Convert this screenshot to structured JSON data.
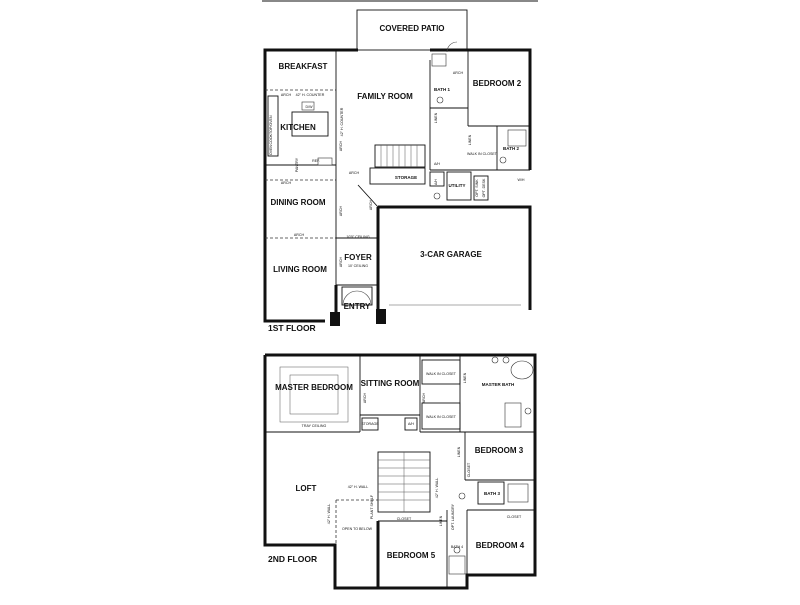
{
  "first_floor": {
    "floor_label": "1ST FLOOR",
    "covered_patio": "COVERED PATIO",
    "breakfast": "BREAKFAST",
    "family_room": "FAMILY ROOM",
    "bedroom_2": "BEDROOM 2",
    "bath_1": "BATH 1",
    "bath_2": "BATH 2",
    "walk_in_closet": "WALK IN CLOSET",
    "kitchen": "KITCHEN",
    "counter_42_a": "42\" H. COUNTER",
    "counter_42_b": "42\" H. COUNTER",
    "dw": "D/W",
    "arch_1": "ARCH",
    "arch_2": "ARCH",
    "arch_3": "ARCH",
    "arch_4": "ARCH",
    "arch_5": "ARCH",
    "arch_6": "ARCH",
    "arch_7": "ARCH",
    "arch_8": "ARCH",
    "arch_9": "ARCH",
    "cooktop_oven": "COOKTOP/OVEN",
    "oven": "OVEN",
    "pantry": "PANTRY",
    "ref": "REF.",
    "storage": "STORAGE",
    "utility": "UTILITY",
    "a_h_1": "A/H",
    "a_h_2": "A/H",
    "linen_1": "LINEN",
    "linen_2": "LINEN",
    "opt_sink": "OPT. SINK",
    "opt_desk": "OPT. DESK",
    "w_h": "W/H",
    "dining_room": "DINING ROOM",
    "ceiling_10_5": "10'5\" CEILING",
    "living_room": "LIVING ROOM",
    "foyer": "FOYER",
    "foyer_ceiling": "10' CEILING",
    "garage": "3-CAR GARAGE",
    "entry": "ENTRY"
  },
  "second_floor": {
    "floor_label": "2ND FLOOR",
    "master_bedroom": "MASTER BEDROOM",
    "tray_ceiling": "TRAY CEILING",
    "sitting_room": "SITTING ROOM",
    "walk_in_closet_1": "WALK IN CLOSET",
    "walk_in_closet_2": "WALK IN CLOSET",
    "master_bath": "MASTER BATH",
    "linen_1": "LINEN",
    "linen_2": "LINEN",
    "linen_3": "LINEN",
    "arch_1": "ARCH",
    "arch_2": "ARCH",
    "storage": "STORAGE",
    "ah": "A/H",
    "bedroom_3": "BEDROOM 3",
    "closet_1": "CLOSET",
    "closet_2": "CLOSET",
    "closet_3": "CLOSET",
    "loft": "LOFT",
    "wall_42_a": "42\" H. WALL",
    "wall_42_b": "42\" H. WALL",
    "wall_42_c": "42\" H. WALL",
    "plant_shelf": "PLANT SHELF",
    "bath_3": "BATH 3",
    "open_to_below": "OPEN TO BELOW",
    "bedroom_5": "BEDROOM 5",
    "bedroom_4": "BEDROOM 4",
    "bath_4": "BATH 4",
    "opt_laundry": "OPT. LAUNDRY"
  }
}
